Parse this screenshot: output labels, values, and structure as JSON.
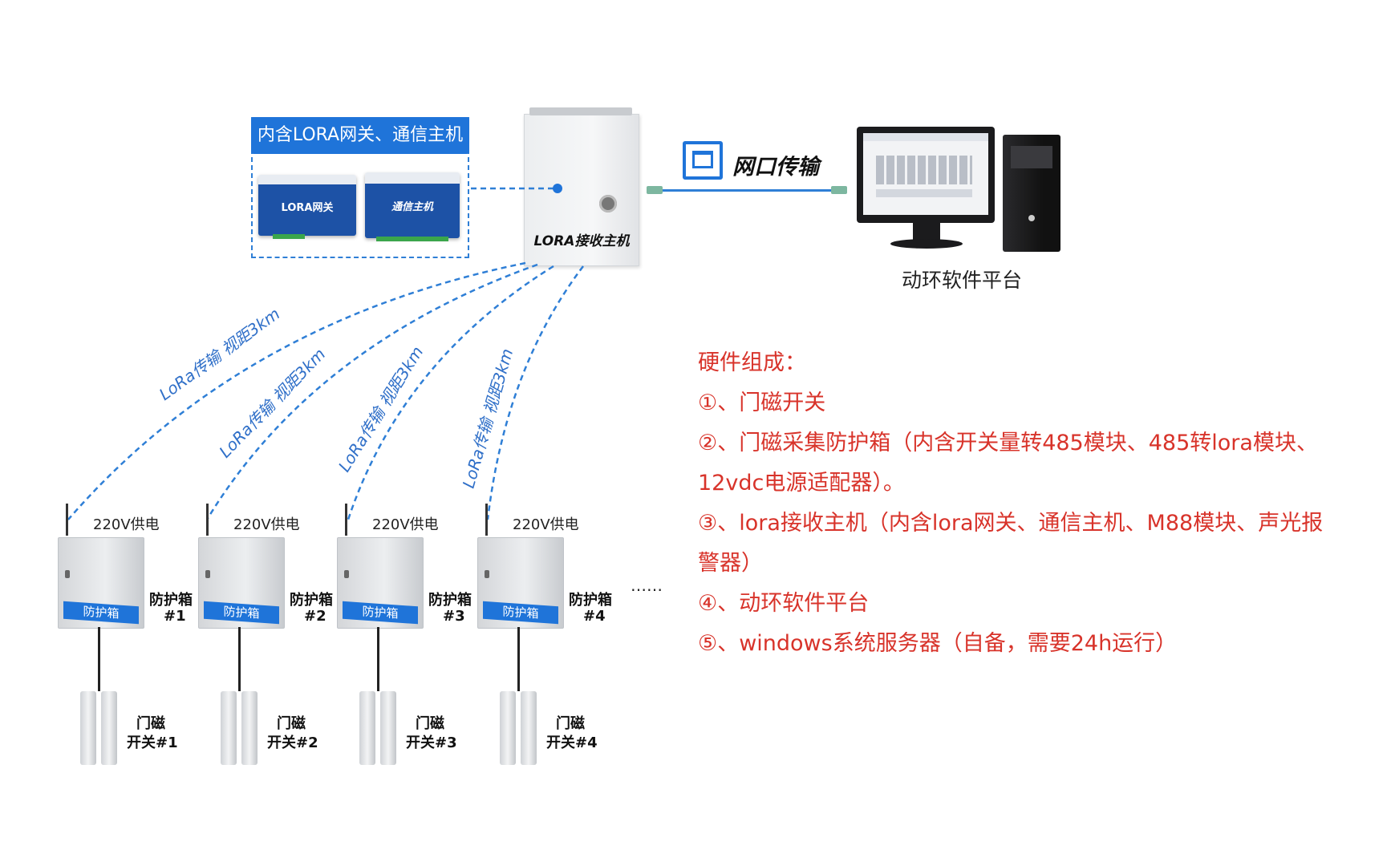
{
  "gateway_group": {
    "title": "内含LORA网关、通信主机",
    "devices": [
      "LORA网关",
      "通信主机"
    ]
  },
  "receiver": {
    "label": "LORA接收主机"
  },
  "network": {
    "label": "网口传输"
  },
  "platform": {
    "label": "动环软件平台"
  },
  "lora_links": [
    "LoRa传输  视距3km",
    "LoRa传输  视距3km",
    "LoRa传输  视距3km",
    "LoRa传输  视距3km"
  ],
  "nodes": [
    {
      "power": "220V供电",
      "box_badge": "防护箱",
      "box_name": "防护箱",
      "box_num": "#1",
      "sensor_name": "门磁",
      "sensor_num": "开关#1"
    },
    {
      "power": "220V供电",
      "box_badge": "防护箱",
      "box_name": "防护箱",
      "box_num": "#2",
      "sensor_name": "门磁",
      "sensor_num": "开关#2"
    },
    {
      "power": "220V供电",
      "box_badge": "防护箱",
      "box_name": "防护箱",
      "box_num": "#3",
      "sensor_name": "门磁",
      "sensor_num": "开关#3"
    },
    {
      "power": "220V供电",
      "box_badge": "防护箱",
      "box_name": "防护箱",
      "box_num": "#4",
      "sensor_name": "门磁",
      "sensor_num": "开关#4"
    }
  ],
  "ellipsis": "……",
  "hardware": {
    "title": "硬件组成：",
    "items": [
      "①、门磁开关",
      "②、门磁采集防护箱（内含开关量转485模块、485转lora模块、",
      "12vdc电源适配器）。",
      "③、lora接收主机（内含lora网关、通信主机、M88模块、声光报",
      "警器）",
      "④、动环软件平台",
      "⑤、windows系统服务器（自备，需要24h运行）"
    ]
  },
  "colors": {
    "accent_blue": "#1f74d9",
    "dash_blue": "#2f7fd6",
    "red_text": "#d8332a"
  }
}
